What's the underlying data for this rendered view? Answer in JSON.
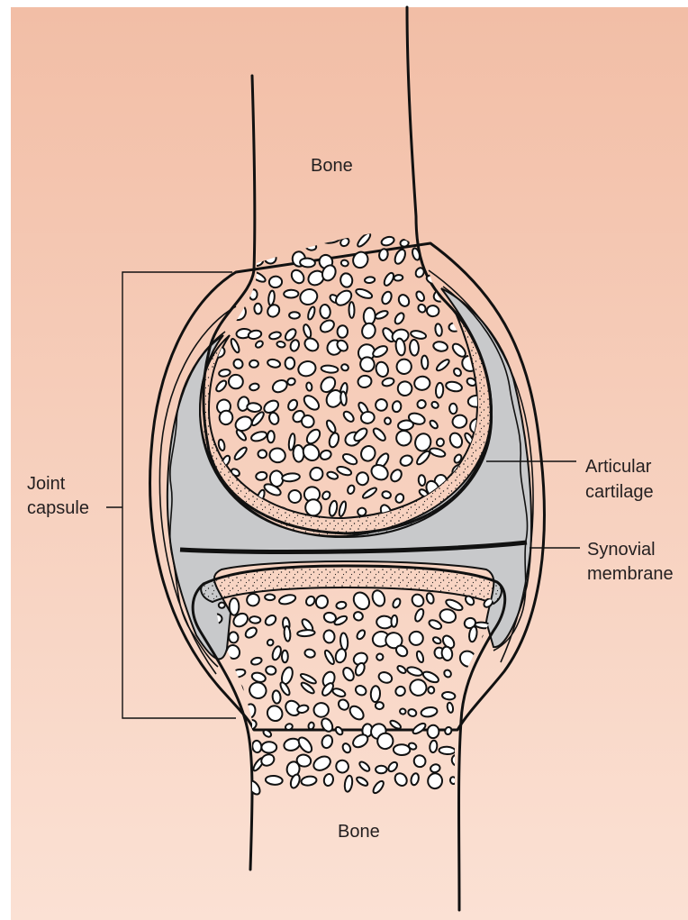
{
  "labels": {
    "bone_top": "Bone",
    "bone_bottom": "Bone",
    "joint_capsule_line1": "Joint",
    "joint_capsule_line2": "capsule",
    "articular_line1": "Articular",
    "articular_line2": "cartilage",
    "synovial_line1": "Synovial",
    "synovial_line2": "membrane"
  },
  "colors": {
    "background_top": "#f2bea6",
    "background_bottom": "#fbe1d4",
    "cavity": "#c8c9cb",
    "bone": "#f8d6c3",
    "ink": "#111111"
  }
}
